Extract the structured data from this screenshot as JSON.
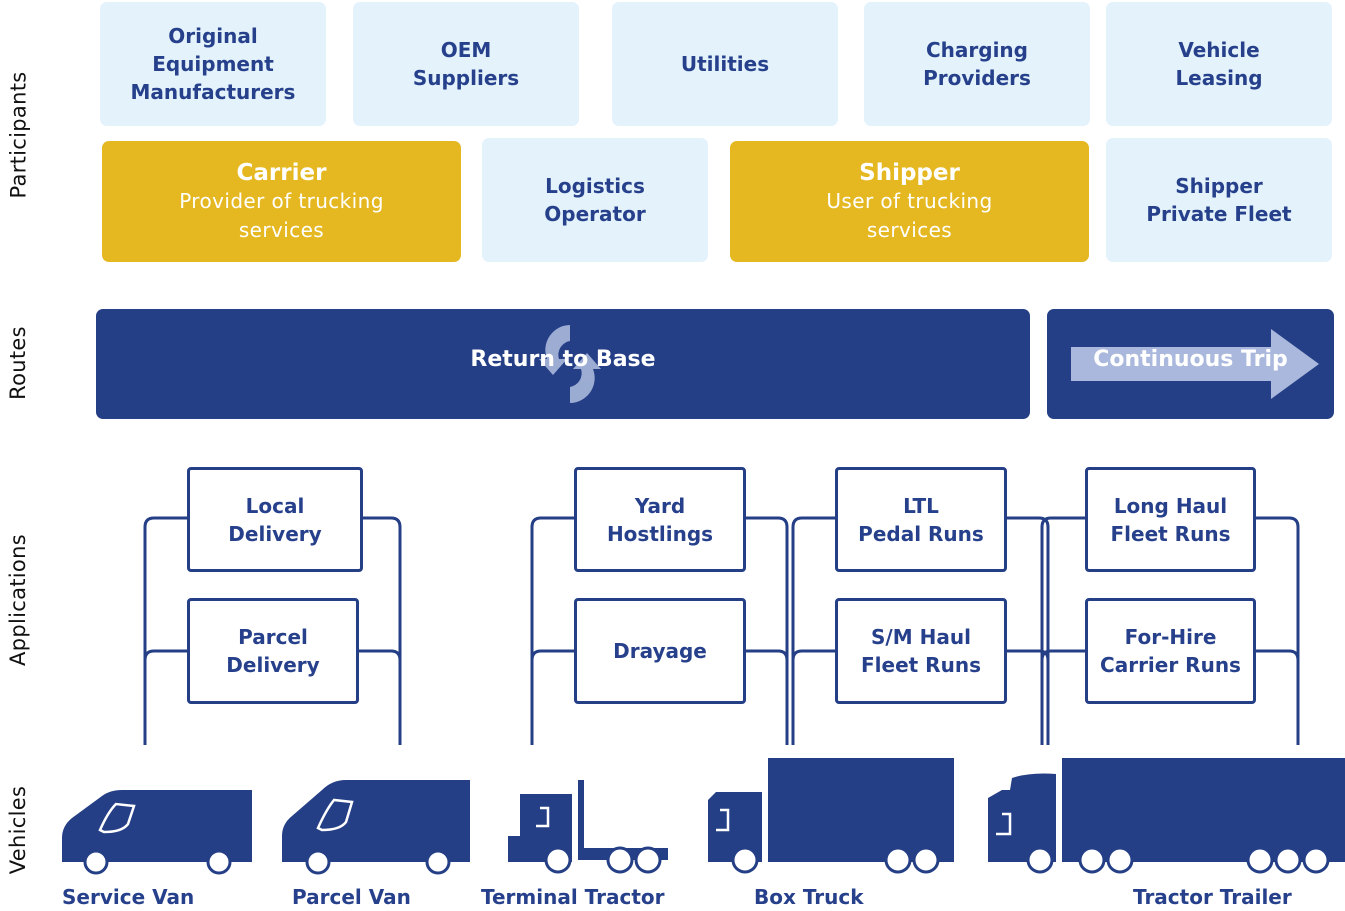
{
  "side_labels": {
    "participants": "Participants",
    "routes": "Routes",
    "applications": "Applications",
    "vehicles": "Vehicles"
  },
  "participants": {
    "row1": [
      {
        "label": "Original\nEquipment\nManufacturers"
      },
      {
        "label": "OEM\nSuppliers"
      },
      {
        "label": "Utilities"
      },
      {
        "label": "Charging\nProviders"
      },
      {
        "label": "Vehicle\nLeasing"
      }
    ],
    "carrier": {
      "title": "Carrier",
      "subtitle": "Provider of trucking\nservices"
    },
    "logistics": {
      "label": "Logistics\nOperator"
    },
    "shipper": {
      "title": "Shipper",
      "subtitle": "User of trucking\nservices"
    },
    "private_fleet": {
      "label": "Shipper\nPrivate Fleet"
    }
  },
  "routes": {
    "return_to_base": "Return to Base",
    "continuous_trip": "Continuous Trip",
    "return_icon": "cycle-arrows-icon",
    "continuous_icon": "right-arrow-icon"
  },
  "applications": {
    "local_delivery": "Local\nDelivery",
    "parcel_delivery": "Parcel\nDelivery",
    "yard_hostlings": "Yard\nHostlings",
    "drayage": "Drayage",
    "ltl_pedal_runs": "LTL\nPedal Runs",
    "sm_haul_fleet_runs": "S/M Haul\nFleet Runs",
    "long_haul_fleet_runs": "Long Haul\nFleet Runs",
    "for_hire_carrier_runs": "For-Hire\nCarrier Runs"
  },
  "vehicles": [
    {
      "label": "Service Van",
      "icon": "service-van-icon"
    },
    {
      "label": "Parcel Van",
      "icon": "parcel-van-icon"
    },
    {
      "label": "Terminal Tractor",
      "icon": "terminal-tractor-icon"
    },
    {
      "label": "Box Truck",
      "icon": "box-truck-icon"
    },
    {
      "label": "Tractor Trailer",
      "icon": "tractor-trailer-icon"
    }
  ],
  "colors": {
    "navy": "#253f86",
    "gold": "#e5b822",
    "light_blue": "#e3f2fb",
    "arrow_light": "#a9b8dc"
  }
}
